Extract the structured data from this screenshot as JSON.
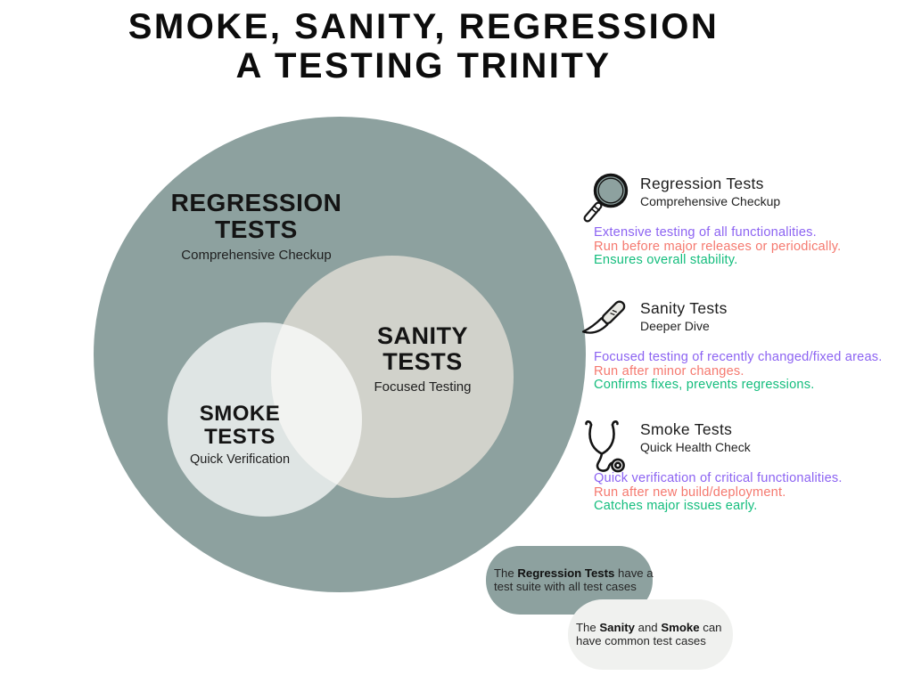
{
  "title": {
    "line1": "SMOKE, SANITY, REGRESSION",
    "line2": "A TESTING TRINITY"
  },
  "venn": {
    "regression": {
      "line1": "REGRESSION",
      "line2": "TESTS",
      "subtitle": "Comprehensive Checkup"
    },
    "sanity": {
      "line1": "SANITY",
      "line2": "TESTS",
      "subtitle": "Focused Testing"
    },
    "smoke": {
      "line1": "SMOKE",
      "line2": "TESTS",
      "subtitle": "Quick Verification"
    }
  },
  "legend": [
    {
      "icon": "magnifier-icon",
      "title": "Regression Tests",
      "subtitle": "Comprehensive Checkup",
      "lines": [
        {
          "text": "Extensive testing of all functionalities.",
          "color": "#8c63f2"
        },
        {
          "text": "Run before major releases or periodically.",
          "color": "#f5796f"
        },
        {
          "text": "Ensures overall stability.",
          "color": "#14bd7d"
        }
      ]
    },
    {
      "icon": "scalpel-icon",
      "title": "Sanity Tests",
      "subtitle": "Deeper Dive",
      "lines": [
        {
          "text": "Focused testing of recently changed/fixed areas.",
          "color": "#8c63f2"
        },
        {
          "text": "Run after minor changes.",
          "color": "#f5796f"
        },
        {
          "text": "Confirms fixes, prevents regressions.",
          "color": "#14bd7d"
        }
      ]
    },
    {
      "icon": "stethoscope-icon",
      "title": "Smoke Tests",
      "subtitle": "Quick Health Check",
      "lines": [
        {
          "text": "Quick verification of critical functionalities.",
          "color": "#8c63f2"
        },
        {
          "text": "Run after new build/deployment.",
          "color": "#f5796f"
        },
        {
          "text": "Catches major issues early.",
          "color": "#14bd7d"
        }
      ]
    }
  ],
  "callouts": {
    "regression": {
      "l1a": "The ",
      "l1b": "Regression Tests",
      "l1c": " have a",
      "l2": "test suite with all test cases"
    },
    "common": {
      "l1a": "The ",
      "l1b": "Sanity",
      "l1c": " and ",
      "l1d": "Smoke",
      "l1e": " can",
      "l2": "have common test cases"
    }
  },
  "colors": {
    "regression_circle": "#8da19f",
    "sanity_circle": "#d1d2cb",
    "smoke_circle": "rgba(255,255,255,0.72)",
    "purple": "#8c63f2",
    "salmon": "#f5796f",
    "green": "#14bd7d",
    "callout_regression_bg": "#8da19f",
    "callout_common_bg": "#f0f1ef",
    "text": "#141414"
  }
}
